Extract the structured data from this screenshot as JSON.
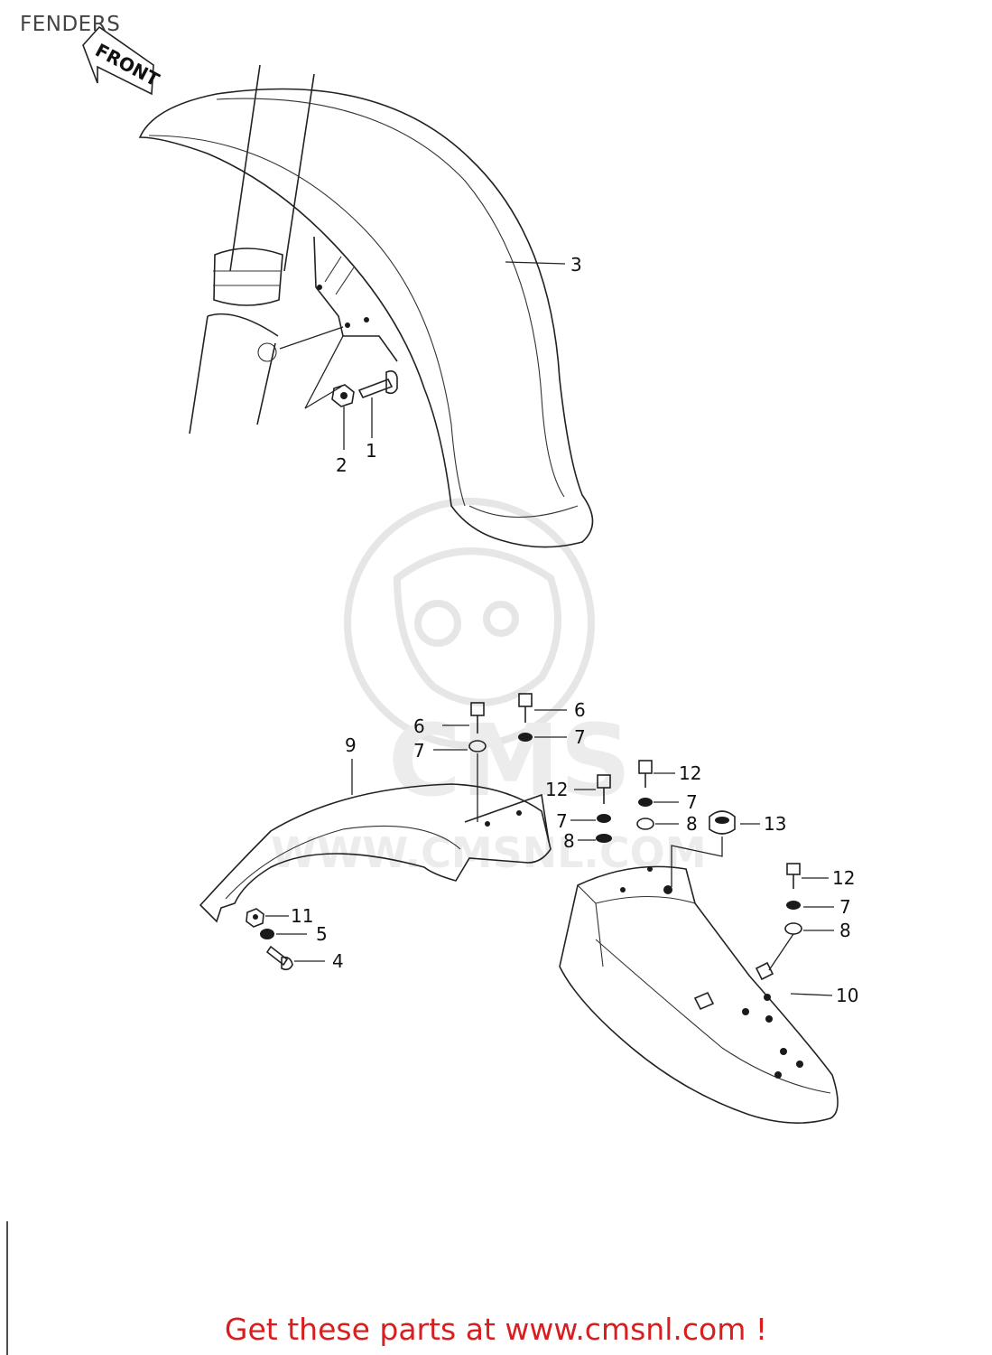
{
  "title": "FENDERS",
  "front_tag": "FRONT",
  "watermark": {
    "brand": "CMS",
    "url": "WWW.CMSNL.COM"
  },
  "callouts": [
    {
      "id": "c1",
      "text": "1"
    },
    {
      "id": "c2",
      "text": "2"
    },
    {
      "id": "c3",
      "text": "3"
    },
    {
      "id": "c4",
      "text": "4"
    },
    {
      "id": "c5",
      "text": "5"
    },
    {
      "id": "c6a",
      "text": "6"
    },
    {
      "id": "c6b",
      "text": "6"
    },
    {
      "id": "c7a",
      "text": "7"
    },
    {
      "id": "c7b",
      "text": "7"
    },
    {
      "id": "c7c",
      "text": "7"
    },
    {
      "id": "c7d",
      "text": "7"
    },
    {
      "id": "c7e",
      "text": "7"
    },
    {
      "id": "c8a",
      "text": "8"
    },
    {
      "id": "c8b",
      "text": "8"
    },
    {
      "id": "c8c",
      "text": "8"
    },
    {
      "id": "c9",
      "text": "9"
    },
    {
      "id": "c10",
      "text": "10"
    },
    {
      "id": "c11",
      "text": "11"
    },
    {
      "id": "c12a",
      "text": "12"
    },
    {
      "id": "c12b",
      "text": "12"
    },
    {
      "id": "c12c",
      "text": "12"
    },
    {
      "id": "c13",
      "text": "13"
    }
  ],
  "footer": "Get these parts at www.cmsnl.com !"
}
